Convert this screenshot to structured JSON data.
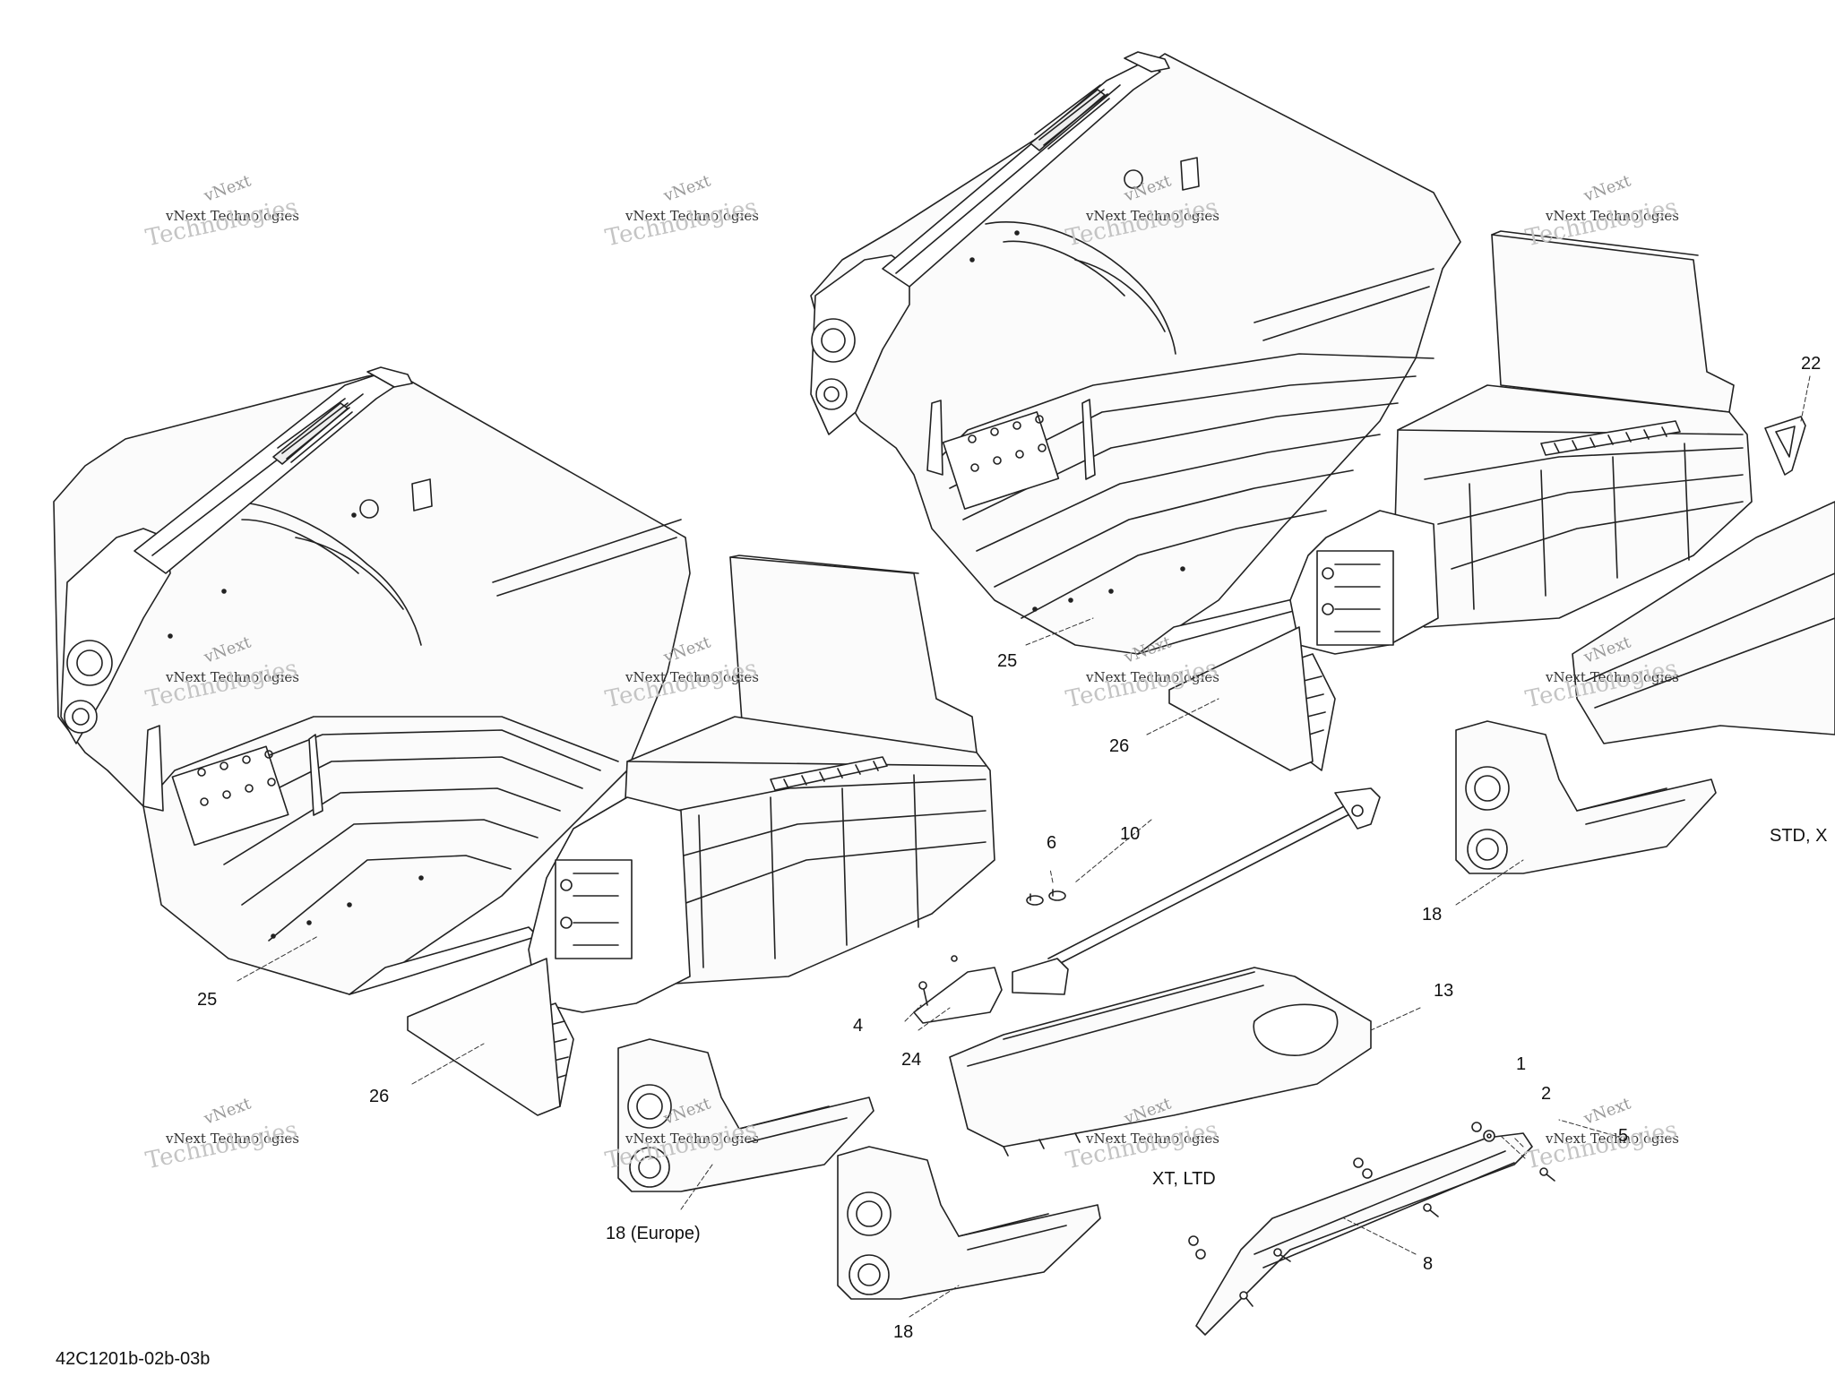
{
  "document_code": "42C1201b-02b-03b",
  "watermark": {
    "line1": "vNext",
    "line2": "vNext Technologies",
    "line3": "Technologies"
  },
  "callouts": {
    "c1": "1",
    "c2": "2",
    "c4": "4",
    "c5": "5",
    "c6": "6",
    "c8": "8",
    "c10": "10",
    "c13": "13",
    "c18a": "18",
    "c18b": "18",
    "c18_europe": "18 (Europe)",
    "c22": "22",
    "c24": "24",
    "c25a": "25",
    "c25b": "25",
    "c26a": "26",
    "c26b": "26"
  },
  "variants": {
    "std": "STD, X",
    "xt_ltd": "XT, LTD"
  }
}
